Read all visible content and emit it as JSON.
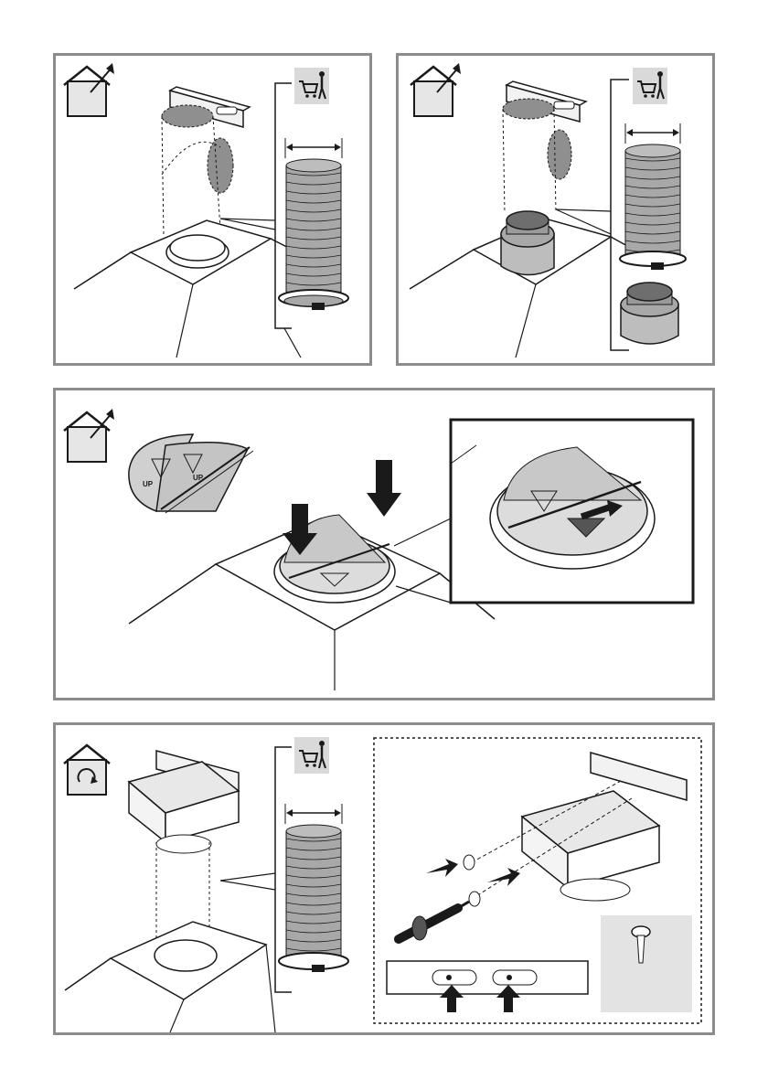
{
  "diagram": {
    "panels": [
      {
        "id": "ducted-hose",
        "mode_icon": "ducted-exhaust-icon",
        "has_accessory_tag": true
      },
      {
        "id": "ducted-reducer",
        "mode_icon": "ducted-exhaust-icon",
        "has_accessory_tag": true
      },
      {
        "id": "ducted-valve-install",
        "mode_icon": "ducted-exhaust-icon",
        "has_accessory_tag": false
      },
      {
        "id": "recirculation-mount",
        "mode_icon": "recirculation-icon",
        "has_accessory_tag": true
      }
    ],
    "valve_labels": {
      "up_left": "UP",
      "up_right": "UP"
    },
    "colors": {
      "frame": "#8c8c8c",
      "ink": "#1a1a1a",
      "shade": "#8f8f8f",
      "hose": "#a8a8a8",
      "badge": "#d9d9d9"
    }
  }
}
